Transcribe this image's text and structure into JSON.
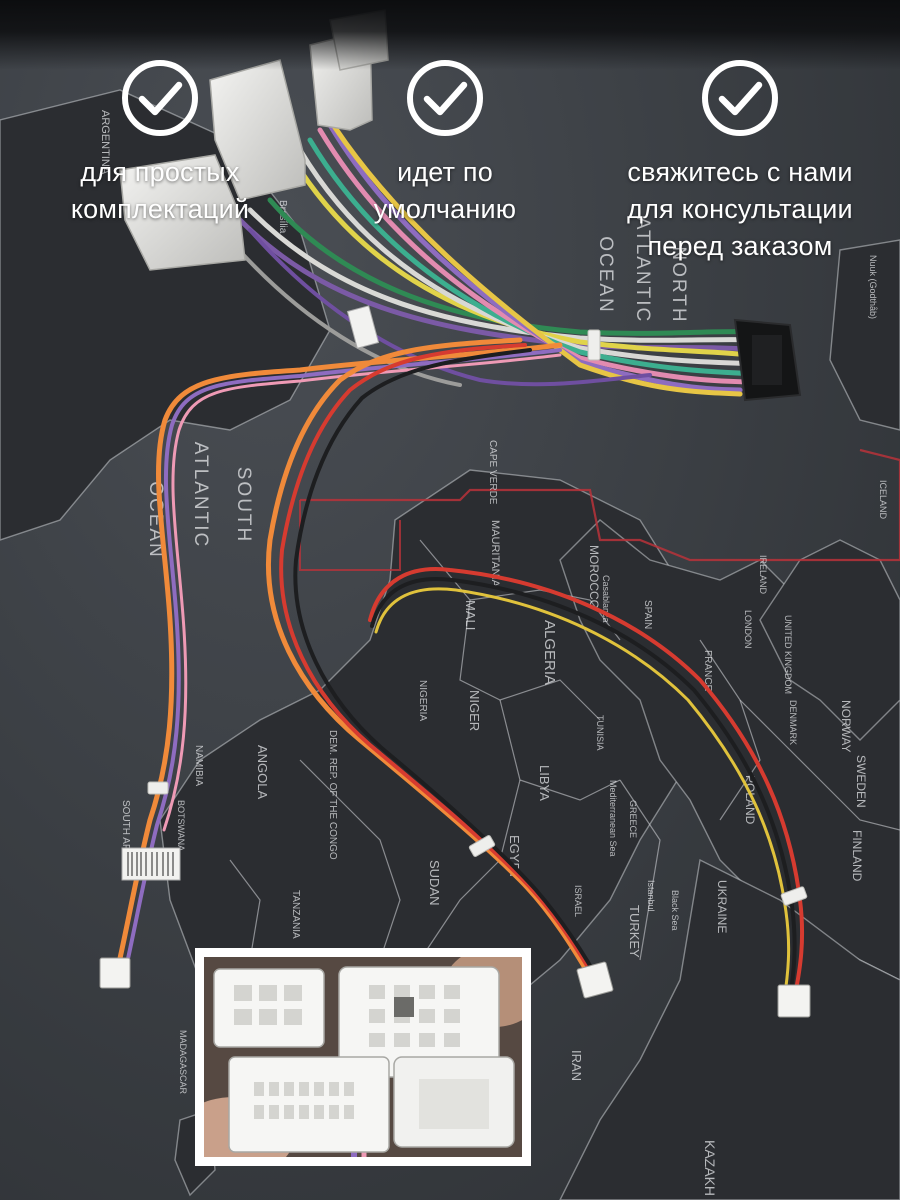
{
  "features": [
    {
      "icon": "check-circle-icon",
      "label": "для простых\nкомплектаций"
    },
    {
      "icon": "check-circle-icon",
      "label": "идет по\nумолчанию"
    },
    {
      "icon": "check-circle-icon",
      "label": "свяжитесь с нами\nдля консультации\nперед заказом"
    }
  ],
  "map_labels": {
    "south_atlantic": [
      "SOUTH",
      "ATLANTIC",
      "OCEAN"
    ],
    "north_atlantic": [
      "NORTH",
      "ATLANTIC",
      "OCEAN"
    ],
    "argentina": "ARGENTINA",
    "brasilia": "Brasília",
    "cape_verde": "CAPE VERDE",
    "mauritania": "MAURITANIA",
    "mali": "MALI",
    "niger": "NIGER",
    "nigeria": "NIGERIA",
    "algeria": "ALGERIA",
    "morocco": "MOROCCO",
    "casablanca": "Casablanca",
    "spain": "SPAIN",
    "france": "FRANCE",
    "ireland": "IRELAND",
    "united_kingdom": "UNITED KINGDOM",
    "london": "LONDON",
    "denmark": "DENMARK",
    "norway": "NORWAY",
    "sweden": "SWEDEN",
    "finland": "FINLAND",
    "poland": "POLAND",
    "ukraine": "UKRAINE",
    "turkey": "TURKEY",
    "istanbul": "Istanbul",
    "black_sea": "Black Sea",
    "libya": "LIBYA",
    "egypt": "EGYPT",
    "sudan": "SUDAN",
    "angola": "ANGOLA",
    "namibia": "NAMIBIA",
    "botswana": "BOTSWANA",
    "tanzania": "TANZANIA",
    "madagascar": "MADAGASCAR",
    "iran": "IRAN",
    "iceland": "ICELAND",
    "greece": "GREECE",
    "israel": "ISRAEL",
    "kazakh": "KAZAKH",
    "tunisia": "TUNISIA",
    "mediterranean": "Mediterranean Sea",
    "south_africa": "SOUTH AFRICA",
    "nuuk": "Nuuk (Godthåb)",
    "dem_rep_congo": "DEM. REP. OF THE CONGO"
  },
  "colors": {
    "background": "#3a3d42",
    "map_land": "#2a2c30",
    "map_border": "#c9ccd0",
    "accent_red": "#c0313a",
    "text": "#ffffff"
  }
}
